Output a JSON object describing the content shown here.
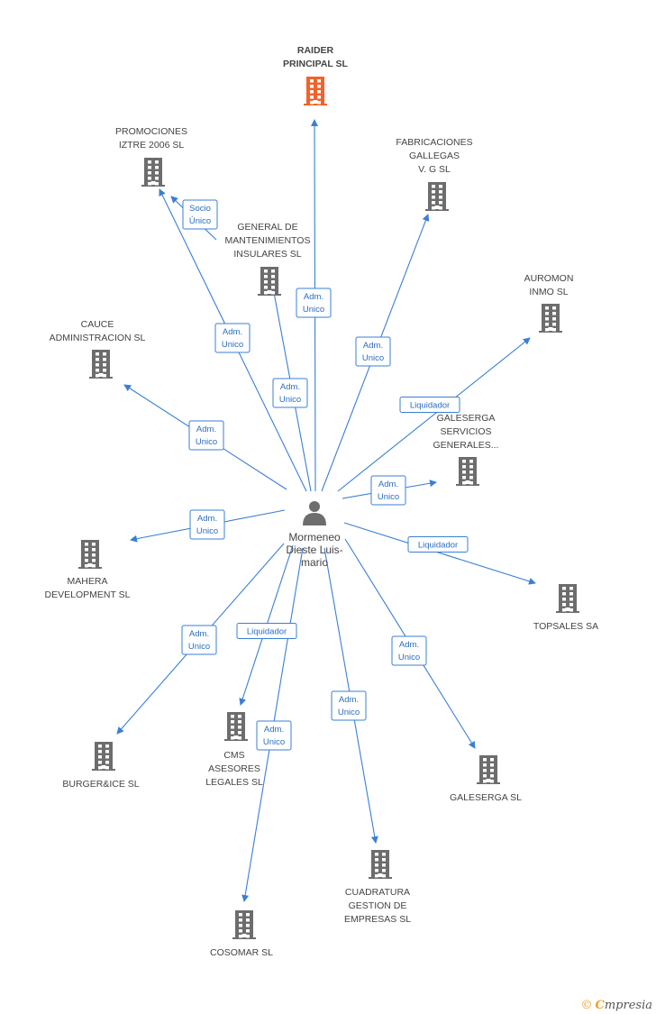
{
  "center": {
    "name_lines": [
      "Mormeneo",
      "Dieste Luis-",
      "mario"
    ],
    "icon": "person-icon"
  },
  "companies": [
    {
      "id": "raider",
      "lines": [
        "RAIDER",
        "PRINCIPAL SL"
      ],
      "highlight": true,
      "icon": "building-icon"
    },
    {
      "id": "promociones",
      "lines": [
        "PROMOCIONES",
        "IZTRE 2006 SL"
      ],
      "icon": "building-icon"
    },
    {
      "id": "fabricaciones",
      "lines": [
        "FABRICACIONES",
        "GALLEGAS",
        "V.  G SL"
      ],
      "icon": "building-icon"
    },
    {
      "id": "general",
      "lines": [
        "GENERAL DE",
        "MANTENIMIENTOS",
        "INSULARES SL"
      ],
      "icon": "building-icon"
    },
    {
      "id": "auromon",
      "lines": [
        "AUROMON",
        "INMO  SL"
      ],
      "icon": "building-icon"
    },
    {
      "id": "cauce",
      "lines": [
        "CAUCE",
        "ADMINISTRACION SL"
      ],
      "icon": "building-icon"
    },
    {
      "id": "galeserga_serv",
      "lines": [
        "GALESERGA",
        "SERVICIOS",
        "GENERALES..."
      ],
      "icon": "building-icon"
    },
    {
      "id": "mahera",
      "lines": [
        "MAHERA",
        "DEVELOPMENT SL"
      ],
      "icon": "building-icon"
    },
    {
      "id": "topsales",
      "lines": [
        "TOPSALES SA"
      ],
      "icon": "building-icon"
    },
    {
      "id": "burger",
      "lines": [
        "BURGER&ICE  SL"
      ],
      "icon": "building-icon"
    },
    {
      "id": "cms",
      "lines": [
        "CMS",
        "ASESORES",
        "LEGALES SL"
      ],
      "icon": "building-icon"
    },
    {
      "id": "galeserga",
      "lines": [
        "GALESERGA SL"
      ],
      "icon": "building-icon"
    },
    {
      "id": "cuadratura",
      "lines": [
        "CUADRATURA",
        "GESTION DE",
        "EMPRESAS  SL"
      ],
      "icon": "building-icon"
    },
    {
      "id": "cosomar",
      "lines": [
        "COSOMAR SL"
      ],
      "icon": "building-icon"
    }
  ],
  "edges": [
    {
      "to": "raider",
      "lines": [
        "Adm.",
        "Unico"
      ]
    },
    {
      "to": "promociones",
      "lines": [
        "Adm.",
        "Unico"
      ]
    },
    {
      "to": "promociones",
      "lines": [
        "Socio",
        "Único"
      ]
    },
    {
      "to": "general",
      "lines": [
        "Adm.",
        "Unico"
      ]
    },
    {
      "to": "fabricaciones",
      "lines": [
        "Adm.",
        "Unico"
      ]
    },
    {
      "to": "auromon",
      "lines": [
        "Liquidador"
      ]
    },
    {
      "to": "cauce",
      "lines": [
        "Adm.",
        "Unico"
      ]
    },
    {
      "to": "galeserga_serv",
      "lines": [
        "Adm.",
        "Unico"
      ]
    },
    {
      "to": "mahera",
      "lines": [
        "Adm.",
        "Unico"
      ]
    },
    {
      "to": "topsales",
      "lines": [
        "Liquidador"
      ]
    },
    {
      "to": "burger",
      "lines": [
        "Adm.",
        "Unico"
      ]
    },
    {
      "to": "cms",
      "lines": [
        "Liquidador"
      ]
    },
    {
      "to": "cosomar",
      "lines": [
        "Adm.",
        "Unico"
      ]
    },
    {
      "to": "cuadratura",
      "lines": [
        "Adm.",
        "Unico"
      ]
    },
    {
      "to": "galeserga",
      "lines": [
        "Adm.",
        "Unico"
      ]
    }
  ],
  "colors": {
    "edge": "#3a7fd5",
    "building": "#6d6d6d",
    "building_highlight": "#f0632a",
    "label_border": "#3a7fd5",
    "label_text": "#2a6ebf",
    "text": "#444444"
  },
  "footer": {
    "copyright_symbol": "©",
    "brand_initial": "C",
    "brand_rest": "mpresia"
  }
}
